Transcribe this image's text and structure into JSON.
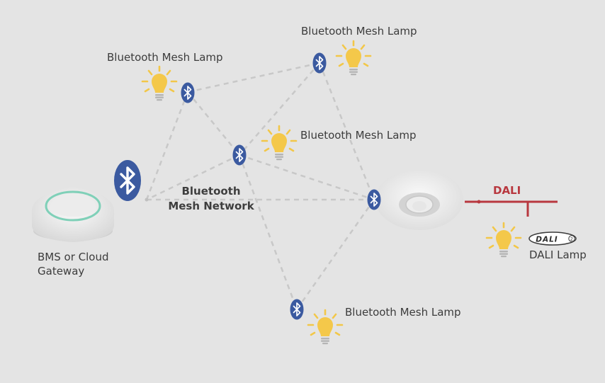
{
  "network": {
    "label_line1": "Bluetooth",
    "label_line2": "Mesh Network"
  },
  "gateway": {
    "label_line1": "BMS or Cloud",
    "label_line2": "Gateway"
  },
  "lamps": {
    "top_left": "Bluetooth Mesh Lamp",
    "top_center": "Bluetooth Mesh Lamp",
    "middle": "Bluetooth Mesh Lamp",
    "bottom": "Bluetooth Mesh Lamp"
  },
  "dali": {
    "bus_label": "DALI",
    "lamp_label": "DALI Lamp",
    "logo_text": "DALI",
    "logo_suffix": "2"
  },
  "colors": {
    "background": "#e4e4e4",
    "bluetooth_badge": "#3b5aa0",
    "lamp_yellow": "#f2c749",
    "mesh_link": "#c8c8c8",
    "dali_bus": "#b8383f",
    "gateway_ring": "#7fd0b8"
  },
  "icons": [
    "bluetooth-icon",
    "light-bulb-icon",
    "dali-logo",
    "gateway-device",
    "ceiling-sensor"
  ]
}
